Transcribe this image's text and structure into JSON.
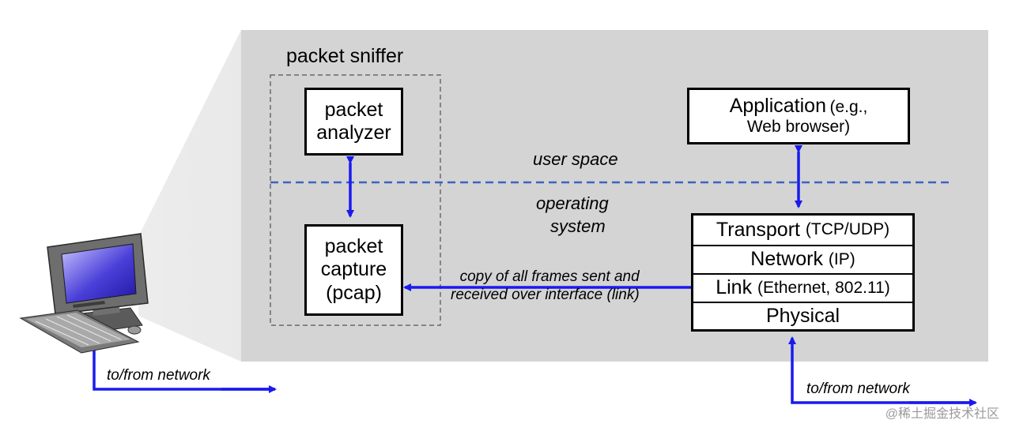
{
  "sniffer_title": "packet sniffer",
  "analyzer_box": {
    "line1": "packet",
    "line2": "analyzer"
  },
  "capture_box": {
    "line1": "packet",
    "line2": "capture",
    "line3": "(pcap)"
  },
  "application_box": {
    "main": "Application",
    "paren1": "(e.g.,",
    "line2": "Web browser)"
  },
  "user_space_label": "user space",
  "os_label": {
    "line1": "operating",
    "line2": "system"
  },
  "stack_layers": [
    {
      "name": "Transport",
      "detail": "(TCP/UDP)"
    },
    {
      "name": "Network",
      "detail": "(IP)"
    },
    {
      "name": "Link",
      "detail": "(Ethernet, 802.11)"
    },
    {
      "name": "Physical",
      "detail": ""
    }
  ],
  "copy_label": {
    "line1": "copy of all frames sent and",
    "line2": "received over interface (link)"
  },
  "network_label_left": "to/from network",
  "network_label_right": "to/from network",
  "watermark": "@稀土掘金技术社区",
  "colors": {
    "arrow": "#1a1aee",
    "panel": "#d4d4d4",
    "dashed_line": "#3a63c4"
  }
}
